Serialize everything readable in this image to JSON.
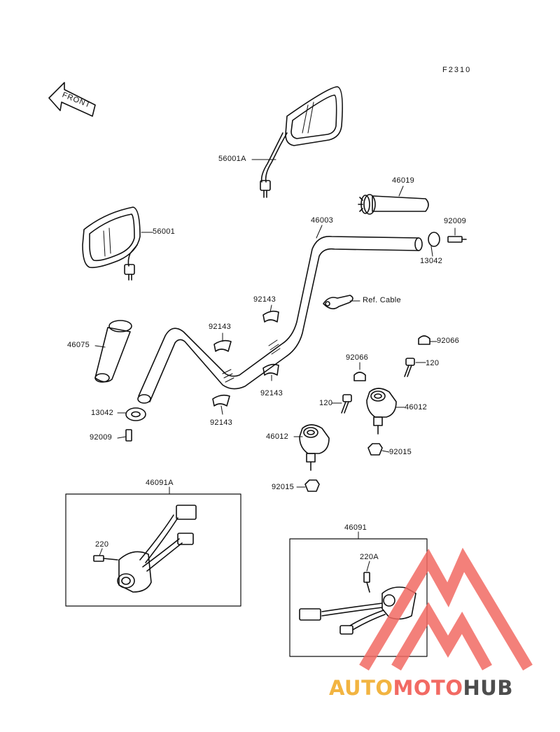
{
  "figure_code": "F2310",
  "front_label": "FRONT",
  "parts": {
    "p56001A": "56001A",
    "p56001": "56001",
    "p46019": "46019",
    "p46003": "46003",
    "p92009_r": "92009",
    "p13042_r": "13042",
    "ref_cable": "Ref. Cable",
    "p92143_a": "92143",
    "p92143_b": "92143",
    "p92143_c": "92143",
    "p92143_d": "92143",
    "p46075": "46075",
    "p13042_l": "13042",
    "p92009_l": "92009",
    "p92066_a": "92066",
    "p92066_b": "92066",
    "p120_a": "120",
    "p120_b": "120",
    "p46012_a": "46012",
    "p46012_b": "46012",
    "p92015_a": "92015",
    "p92015_b": "92015",
    "p46091A": "46091A",
    "p220": "220",
    "p46091": "46091",
    "p220A": "220A"
  },
  "watermark": {
    "part1": "AUTO",
    "part2": "MOTO",
    "part3": "HUB",
    "colors": {
      "auto": "#f2b441",
      "moto": "#f26a63",
      "hub": "#4d4d4d",
      "logo": "#f26a63"
    }
  }
}
